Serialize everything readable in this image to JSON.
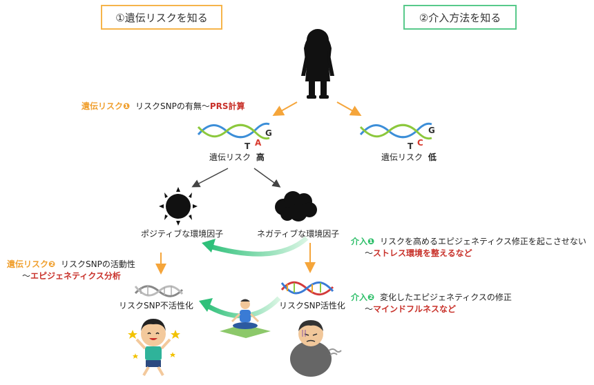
{
  "headers": {
    "left": "①遺伝リスクを知る",
    "right": "②介入方法を知る",
    "left_color": "#f6b44a",
    "right_color": "#57c98a"
  },
  "risk1": {
    "label": "遺伝リスク❶",
    "text": "リスクSNPの有無～",
    "highlight": "PRS計算"
  },
  "risk2": {
    "label": "遺伝リスク❷",
    "text": "リスクSNPの活動性",
    "line2_prefix": "～",
    "line2_highlight": "エピジェネティクス分析"
  },
  "dna_high": {
    "bases": [
      "T",
      "A",
      "G"
    ],
    "caption": "遺伝リスク",
    "level": "高"
  },
  "dna_low": {
    "bases": [
      "T",
      "C",
      "G"
    ],
    "caption": "遺伝リスク",
    "level": "低"
  },
  "env": {
    "positive": "ポジティブな環境因子",
    "negative": "ネガティブな環境因子"
  },
  "snp": {
    "inactive": "リスクSNP不活性化",
    "active": "リスクSNP活性化"
  },
  "intervention1": {
    "label": "介入❶",
    "text": "リスクを高めるエピジェネティクス修正を起こさせない",
    "line2_prefix": "～",
    "line2_highlight": "ストレス環境を整えるなど"
  },
  "intervention2": {
    "label": "介入❷",
    "text": "変化したエピジェネティクスの修正",
    "line2_prefix": "～",
    "line2_highlight": "マインドフルネスなど"
  },
  "icons": [
    "person-silhouette-icon",
    "sun-icon",
    "dark-cloud-icon",
    "meditating-person-icon",
    "happy-boy-icon",
    "stressed-man-icon"
  ],
  "colors": {
    "orange": "#f0a030",
    "red": "#c8312a",
    "green": "#2fbf6a",
    "blue_strand": "#3c8ed8",
    "green_strand": "#8cc83c"
  }
}
